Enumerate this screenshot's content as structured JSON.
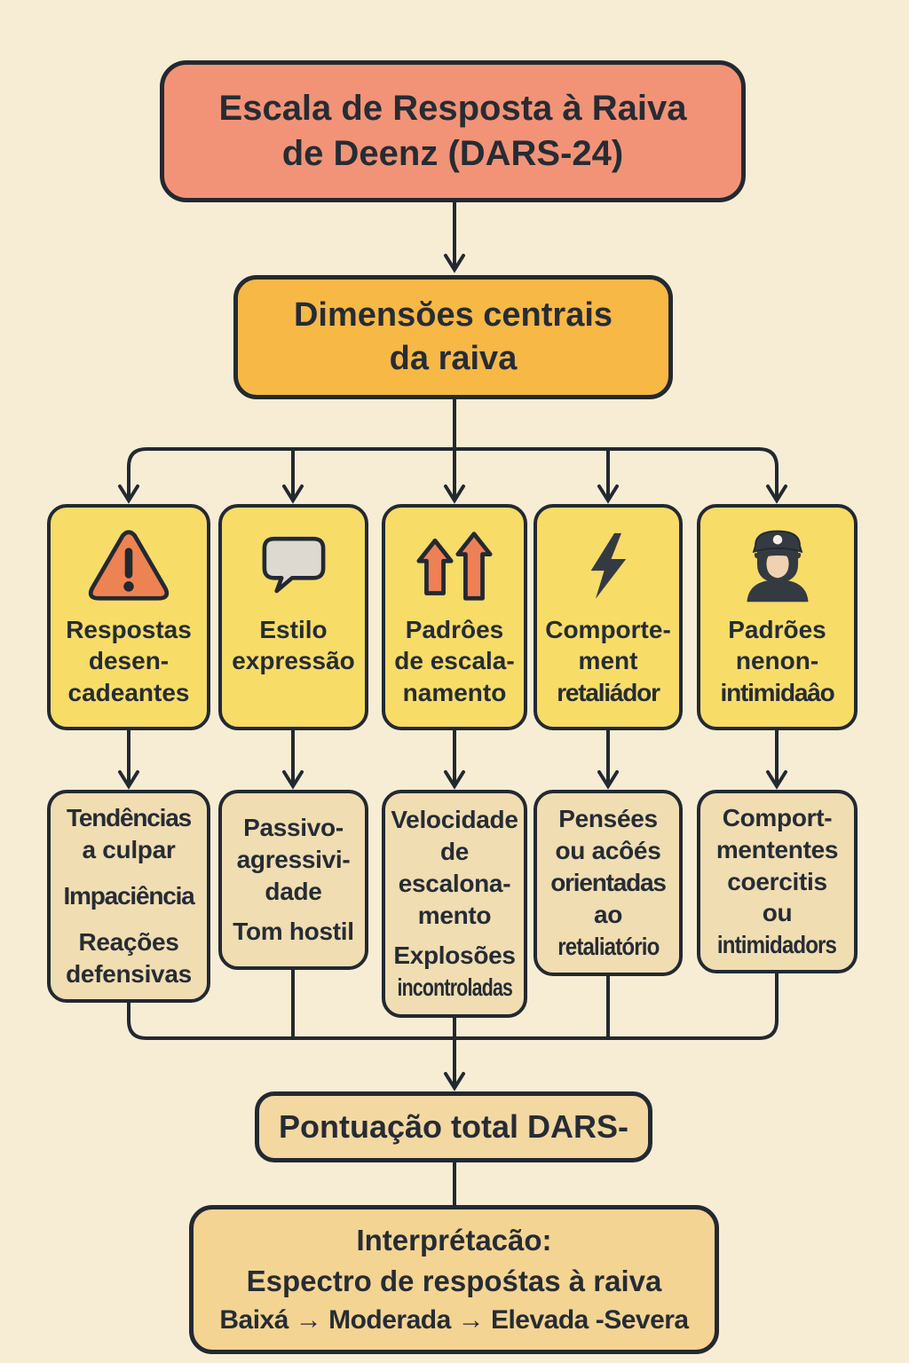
{
  "palette": {
    "background": "#F7EDD5",
    "outline": "#232931",
    "text": "#262C34",
    "title_box_fill": "#F29377",
    "dimensions_box_fill": "#F7B845",
    "category_box_fill": "#F7DC68",
    "detail_box_fill": "#F0DDB2",
    "total_box_fill": "#F3D8A2",
    "interpretation_box_fill": "#F4D492",
    "icon_orange": "#ED8352",
    "icon_bubble_gray": "#DDD8D0",
    "icon_dark": "#343A42",
    "icon_face_tan": "#F0D2B0",
    "icon_badge_white": "#F3EFE5"
  },
  "title_box": {
    "lines": [
      "Escala de Resposta à Raiva",
      "de Deenz (DARS-24)"
    ]
  },
  "dimensions_box": {
    "lines": [
      "Dimensŏes centrais",
      "da raiva"
    ]
  },
  "columns": [
    {
      "icon": "warning-triangle-icon",
      "title_lines": [
        "Respostas",
        "desen-",
        "cadeantes"
      ],
      "detail_groups": [
        [
          "Tendências",
          "a culpar"
        ],
        [
          "Impaciência"
        ],
        [
          "Reações",
          "defensivas"
        ]
      ]
    },
    {
      "icon": "speech-bubble-icon",
      "title_lines": [
        "Estilo",
        "expressão"
      ],
      "detail_groups": [
        [
          "Passivo-",
          "agressivi-",
          "dade"
        ],
        [
          "Tom hostil"
        ]
      ]
    },
    {
      "icon": "double-up-arrows-icon",
      "title_lines": [
        "Padrôes",
        "de escala-",
        "namento"
      ],
      "detail_groups": [
        [
          "Velocidade",
          "de",
          "escalona-",
          "mento"
        ],
        [
          "Explosões",
          "incontroladas"
        ]
      ]
    },
    {
      "icon": "lightning-bolt-icon",
      "title_lines": [
        "Comporte-",
        "ment",
        "retaliádor"
      ],
      "detail_groups": [
        [
          "Pensées",
          "ou acôés",
          "orientadas",
          "ao",
          "retaliatório"
        ]
      ]
    },
    {
      "icon": "police-officer-icon",
      "title_lines": [
        "Padrões",
        "nenon-",
        "intimidaâo"
      ],
      "detail_groups": [
        [
          "Comport-",
          "mententes",
          "coercitis",
          "ou",
          "intimidadors"
        ]
      ]
    }
  ],
  "total_box": {
    "label": "Pontuação total DARS-"
  },
  "interpretation_box": {
    "lines": [
      "Interprétacão:",
      "Espectro de respośtas à raiva",
      "Baixá → Moderada → Elevada -Severa"
    ]
  }
}
